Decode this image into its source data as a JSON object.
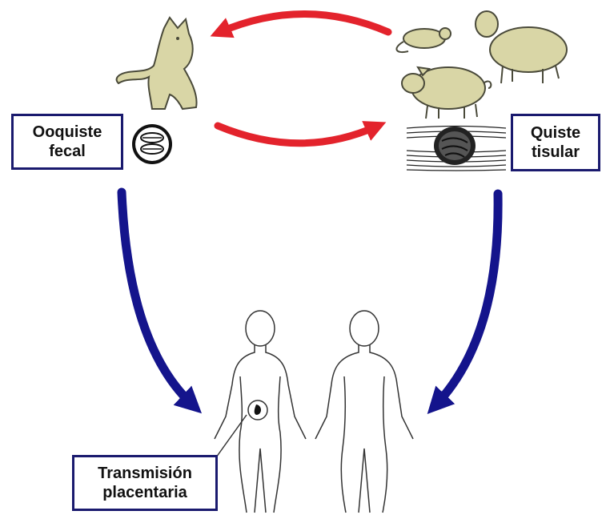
{
  "labels": {
    "fecal_oocyst": {
      "line1": "Ooquiste",
      "line2": "fecal"
    },
    "tissue_cyst": {
      "line1": "Quiste",
      "line2": "tisular"
    },
    "placental_transmission": {
      "line1": "Transmisión",
      "line2": "placentaria"
    }
  },
  "colors": {
    "red_arrow": "#e3232c",
    "blue_arrow": "#14148c",
    "animal_fill": "#d9d6a6",
    "animal_stroke": "#4a4a3a",
    "box_border": "#1a1a6e",
    "human_stroke": "#333333"
  },
  "icons": [
    "cat-icon",
    "mouse-icon",
    "sheep-icon",
    "pig-icon",
    "oocyst-icon",
    "tissue-cyst-icon",
    "female-figure-icon",
    "male-figure-icon",
    "fetus-icon"
  ]
}
